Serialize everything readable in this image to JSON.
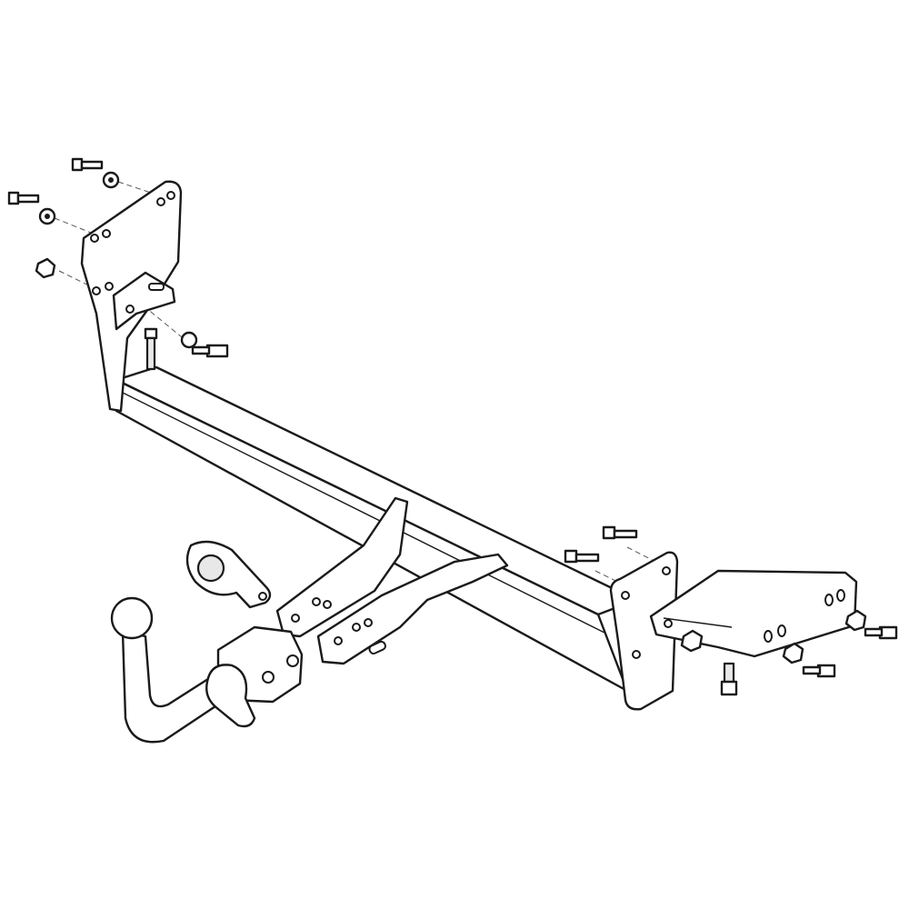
{
  "diagram": {
    "subject": "tow-bar-assembly",
    "colors": {
      "line": "#1a1a1a",
      "fill": "#ffffff",
      "shade": "#e8e8e8"
    },
    "parts": [
      "left-mounting-plate",
      "left-small-bracket",
      "cross-tube",
      "center-brackets",
      "right-mounting-plate",
      "right-bracket",
      "tow-ball",
      "swan-neck",
      "socket-plate",
      "ball-mount-housing",
      "bolts",
      "nuts",
      "washers"
    ]
  }
}
